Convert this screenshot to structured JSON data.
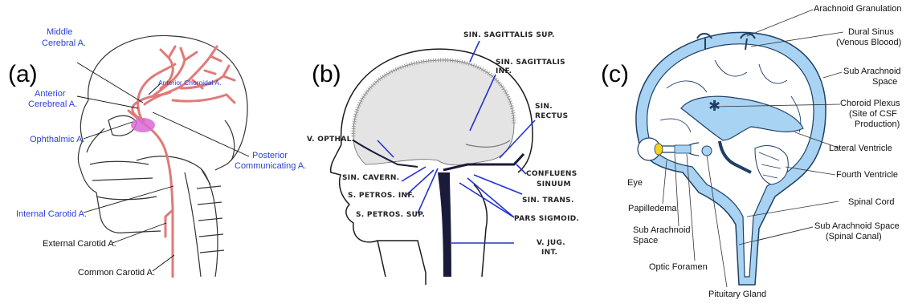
{
  "panels": {
    "a": {
      "letter": "(a)",
      "labels": {
        "middle_cerebral": [
          "Middle",
          "Cerebral A."
        ],
        "anterior_choroidal": "Anterior Choroidal A.",
        "anterior_cerebral": [
          "Anterior",
          "Cerebreal A."
        ],
        "ophthalmic": "Ophthalmic A.",
        "posterior_communicating": [
          "Posterior",
          "Communicating A."
        ],
        "internal_carotid": "Internal Carotid A.",
        "external_carotid": "External Carotid A.",
        "common_carotid": "Common Carotid A."
      },
      "colors": {
        "artery": "#e07a78",
        "label_blue": "#2b3fd6",
        "highlight": "#d96ad6"
      }
    },
    "b": {
      "letter": "(b)",
      "labels": {
        "sin_sagittalis_sup": "SIN. SAGITTALIS SUP.",
        "sin_sagittalis_inf": [
          "SIN. SAGITTALIS",
          "INF."
        ],
        "sin_rectus": [
          "SIN.",
          "RECTUS"
        ],
        "v_opthal": "V. OPTHAL.",
        "sin_cavern": "SIN. CAVERN.",
        "s_petros_inf": "S. PETROS. INF.",
        "s_petros_sup": "S. PETROS. SUP.",
        "confluens_sinuum": [
          "CONFLUENS",
          "SINUUM"
        ],
        "sin_trans": "SIN. TRANS.",
        "pars_sigmoid": "PARS SIGMOID.",
        "v_jug_int": [
          "V. JUG.",
          "INT."
        ]
      },
      "colors": {
        "pointer": "#2233cc",
        "vein": "#1a1a3a"
      }
    },
    "c": {
      "letter": "(c)",
      "labels": {
        "arachnoid_granulation": "Arachnoid Granulation",
        "dural_sinus": [
          "Dural Sinus",
          "(Venous Bloood)"
        ],
        "sub_arachnoid_space_right": [
          "Sub Arachnoid",
          "Space"
        ],
        "choroid_plexus": [
          "Choroid Plexus",
          "(Site of CSF",
          "Production)"
        ],
        "lateral_ventricle": "Lateral Ventricle",
        "fourth_ventricle": "Fourth Ventricle",
        "spinal_cord": "Spinal Cord",
        "sub_arachnoid_spinal": [
          "Sub Arachnoid Space",
          "(Spinal Canal)"
        ],
        "eye": "Eye",
        "papilledema": "Papilledema",
        "sub_arachnoid_space_left": [
          "Sub Arachnoid",
          "Space"
        ],
        "optic_foramen": "Optic Foramen",
        "pituitary_gland": "Pituitary Gland"
      },
      "colors": {
        "csf": "#a9d3f2",
        "outline": "#1e3f66",
        "eye_yellow": "#f4d21c"
      }
    }
  }
}
